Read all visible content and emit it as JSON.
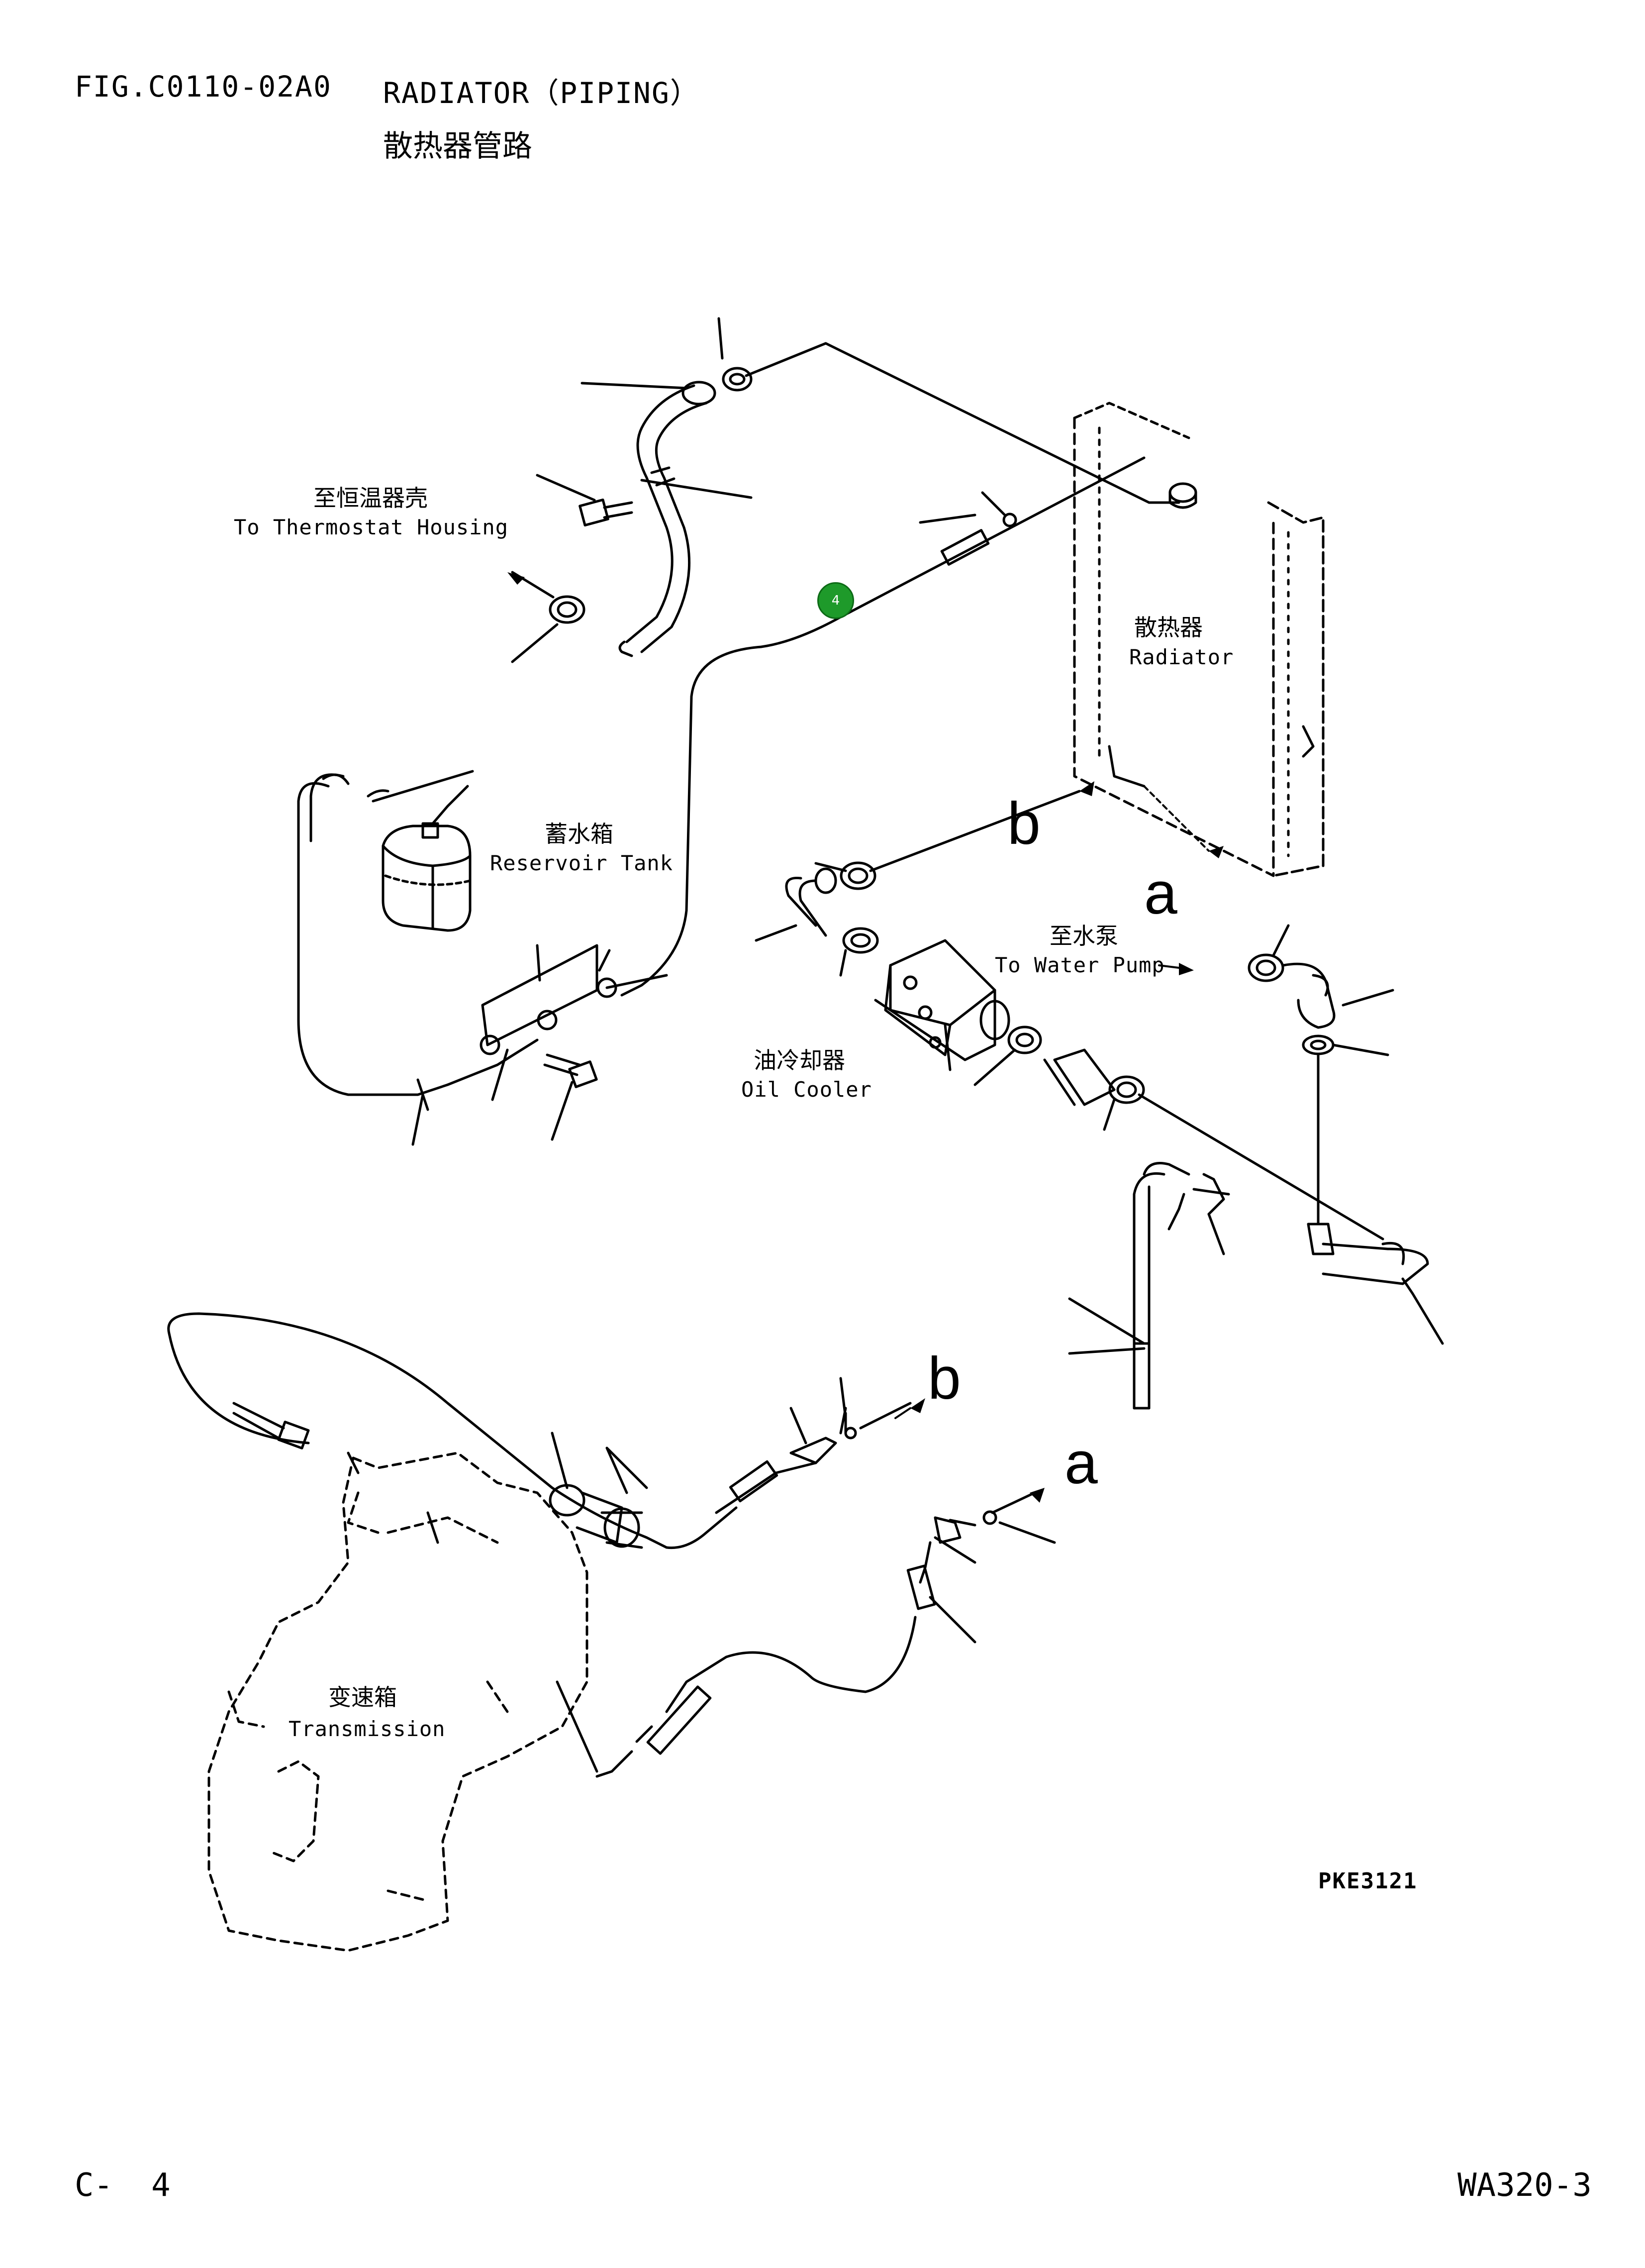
{
  "header": {
    "fig_number": "FIG.C0110-02A0",
    "title_en": "RADIATOR（PIPING）",
    "title_cn": "散热器管路"
  },
  "labels": {
    "thermostat": {
      "cn": "至恒温器壳",
      "en": "To Thermostat Housing"
    },
    "radiator": {
      "cn": "散热器",
      "en": "Radiator"
    },
    "reservoir": {
      "cn": "蓄水箱",
      "en": "Reservoir Tank"
    },
    "water_pump": {
      "cn": "至水泵",
      "en": "To Water Pump"
    },
    "oil_cooler": {
      "cn": "油冷却器",
      "en": "Oil Cooler"
    },
    "transmission": {
      "cn": "变速箱",
      "en": "Transmission"
    }
  },
  "connection_marks": {
    "b_upper": "b",
    "a_upper": "a",
    "b_lower": "b",
    "a_lower": "a"
  },
  "callouts": [
    {
      "number": "4",
      "color": "#1e9a2a"
    }
  ],
  "drawing_code": "PKE3121",
  "footer": {
    "page": "C-  4",
    "model": "WA320-3"
  }
}
